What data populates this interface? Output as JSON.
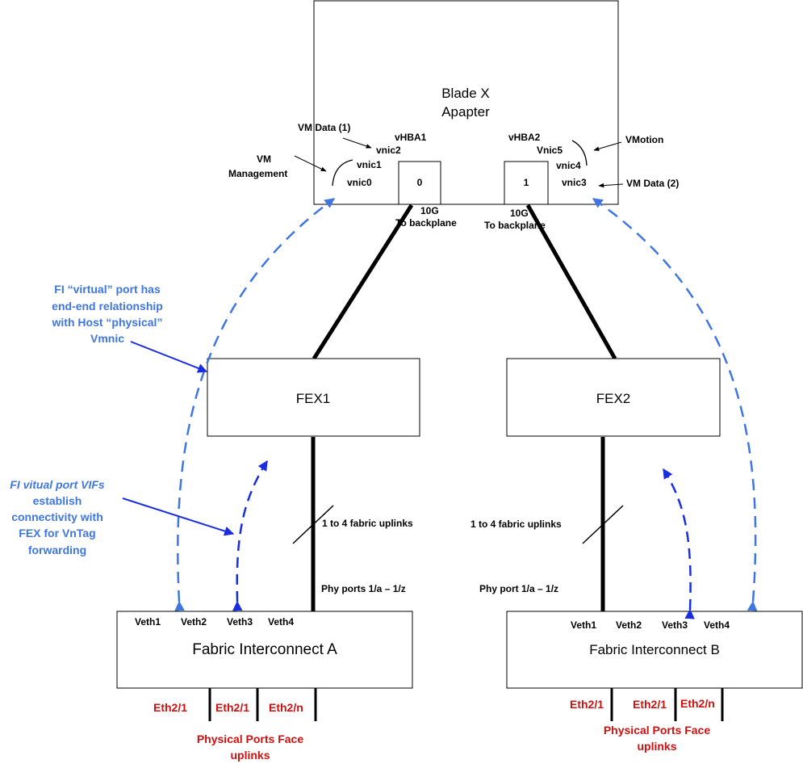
{
  "adapter": {
    "title_line1": "Blade X",
    "title_line2": "Apapter",
    "port0": "0",
    "port1": "1",
    "port0_speed": "10G",
    "port0_dest": "To backplane",
    "port1_speed": "10G",
    "port1_dest": "To backplane",
    "vhba1": "vHBA1",
    "vnic2": "vnic2",
    "vnic1": "vnic1",
    "vnic0": "vnic0",
    "vhba2": "vHBA2",
    "vnic5": "Vnic5",
    "vnic4": "vnic4",
    "vnic3": "vnic3"
  },
  "labels": {
    "vm_data_1": "VM Data (1)",
    "vm_mgmt_line1": "VM",
    "vm_mgmt_line2": "Management",
    "vmotion": "VMotion",
    "vm_data_2": "VM Data (2)"
  },
  "fex1": {
    "label": "FEX1",
    "uplinks": "1 to 4 fabric uplinks",
    "phy_ports": "Phy ports 1/a – 1/z"
  },
  "fex2": {
    "label": "FEX2",
    "uplinks": "1 to 4 fabric uplinks",
    "phy_ports": "Phy port 1/a – 1/z"
  },
  "fi_a": {
    "title": "Fabric Interconnect A",
    "veths": [
      "Veth1",
      "Veth2",
      "Veth3",
      "Veth4"
    ],
    "eths": [
      "Eth2/1",
      "Eth2/1",
      "Eth2/n"
    ],
    "ports_line1": "Physical Ports Face",
    "ports_line2": "uplinks"
  },
  "fi_b": {
    "title": "Fabric Interconnect B",
    "veths": [
      "Veth1",
      "Veth2",
      "Veth3",
      "Veth4"
    ],
    "eths": [
      "Eth2/1",
      "Eth2/1",
      "Eth2/n"
    ],
    "ports_line1": "Physical Ports Face",
    "ports_line2": "uplinks"
  },
  "notes": {
    "virtual_port": [
      "FI “virtual” port has",
      "end-end relationship",
      "with Host “physical”",
      "Vmnic"
    ],
    "vifs": [
      "FI vitual port VIFs",
      "establish",
      "connectivity with",
      "FEX for VnTag",
      "forwarding"
    ]
  },
  "colors": {
    "note_blue": "#3f76e0",
    "arrow_blue": "#1a2ee0",
    "port_red": "#cc1111"
  }
}
